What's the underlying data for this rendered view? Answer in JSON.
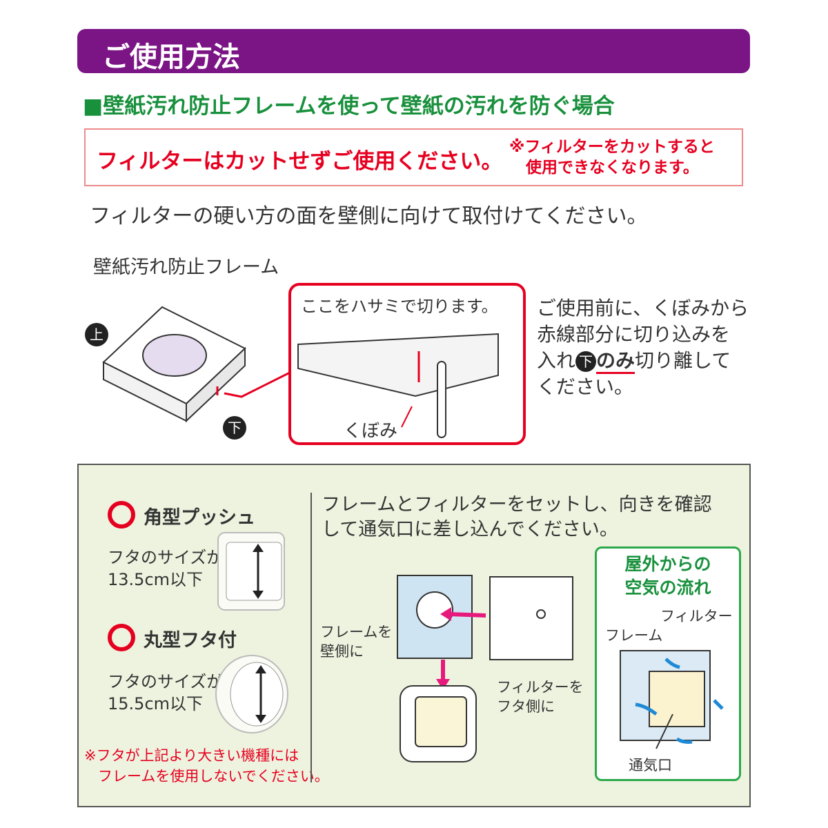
{
  "header": {
    "title": "ご使用方法"
  },
  "section": {
    "heading": "■壁紙汚れ防止フレームを使って壁紙の汚れを防ぐ場合"
  },
  "notice": {
    "main": "フィルターはカットせずご使用ください。",
    "note_line1": "※フィルターをカットすると",
    "note_line2": "使用できなくなります。"
  },
  "instruction1": "フィルターの硬い方の面を壁側に向けて取付けてください。",
  "frame_diagram": {
    "label": "壁紙汚れ防止フレーム",
    "top_mark": "上",
    "bottom_mark": "下",
    "callout_text": "ここをハサミで切ります。",
    "kubomi": "くぼみ"
  },
  "cut_instructions": {
    "line1": "ご使用前に、くぼみから",
    "line2": "赤線部分に切り込みを",
    "line3_a": "入れ",
    "line3_mark": "下",
    "line3_b": "のみ",
    "line3_c": "切り離して",
    "line4": "ください。"
  },
  "compat": {
    "square": {
      "title": "角型プッシュ",
      "size_line1": "フタのサイズが",
      "size_line2": "13.5cm以下"
    },
    "round": {
      "title": "丸型フタ付",
      "size_line1": "フタのサイズが",
      "size_line2": "15.5cm以下"
    },
    "warning_line1": "※フタが上記より大きい機種には",
    "warning_line2": "フレームを使用しないでください。"
  },
  "setup": {
    "line1": "フレームとフィルターをセットし、向きを確認",
    "line2": "して通気口に差し込んでください。",
    "frame_label_1": "フレームを",
    "frame_label_2": "壁側に",
    "filter_label_1": "フィルターを",
    "filter_label_2": "フタ側に"
  },
  "airflow": {
    "title_line1": "屋外からの",
    "title_line2": "空気の流れ",
    "filter": "フィルター",
    "frame": "フレーム",
    "vent": "通気口"
  },
  "colors": {
    "purple": "#7b1585",
    "green": "#18903c",
    "red": "#e60020",
    "panel_bg": "#eef3df"
  }
}
